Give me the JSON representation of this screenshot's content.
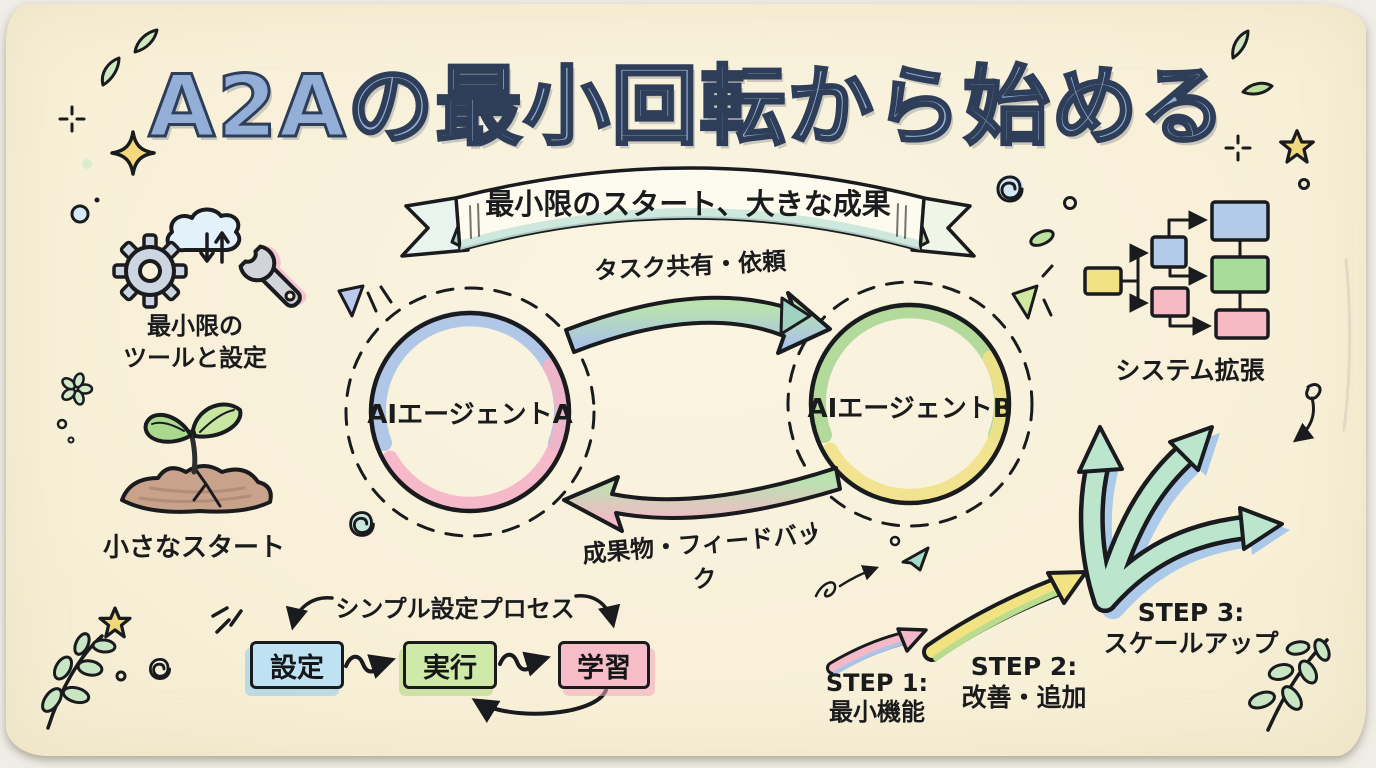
{
  "title": "A2Aの最小回転から始める",
  "banner": {
    "text": "最小限のスタート、大きな成果"
  },
  "agents": {
    "a_label": "AIエージェントA",
    "b_label": "AIエージェントB",
    "top_arrow_label": "タスク共有・依頼",
    "bottom_arrow_label": "成果物・フィードバック"
  },
  "left_column": {
    "tools_caption_line1": "最小限の",
    "tools_caption_line2": "ツールと設定",
    "sprout_caption": "小さなスタート"
  },
  "process": {
    "title": "シンプル設定プロセス",
    "steps": [
      {
        "label": "設定",
        "color": "#bfe2f2"
      },
      {
        "label": "実行",
        "color": "#cfe9a8"
      },
      {
        "label": "学習",
        "color": "#f6bdc8"
      }
    ]
  },
  "expansion": {
    "caption": "システム拡張"
  },
  "roadmap": [
    {
      "step": "STEP 1:",
      "desc": "最小機能"
    },
    {
      "step": "STEP 2:",
      "desc": "改善・追加"
    },
    {
      "step": "STEP 3:",
      "desc": "スケールアップ"
    }
  ],
  "icons": {
    "gear": "gear-icon",
    "cloud_sync": "cloud-sync-icon",
    "wrench": "wrench-icon",
    "sprout": "sprout-icon",
    "flowchart": "flowchart-icon",
    "branch_arrows": "branching-arrows-icon",
    "ribbon": "ribbon-banner",
    "paper_plane": "paper-plane-icon",
    "star": "star-decoration",
    "swirl": "swirl-decoration",
    "leaf_branch": "leaf-branch-decoration"
  },
  "colors": {
    "paper": "#f8f1da",
    "title_fill": "#93afd7",
    "title_outline": "#2e3d58",
    "ink": "#1a1b1e",
    "blue": "#a9c4e6",
    "pink": "#f4b9c7",
    "green": "#b9e2b0",
    "yellow": "#f2e382",
    "teal": "#bce5cd"
  }
}
